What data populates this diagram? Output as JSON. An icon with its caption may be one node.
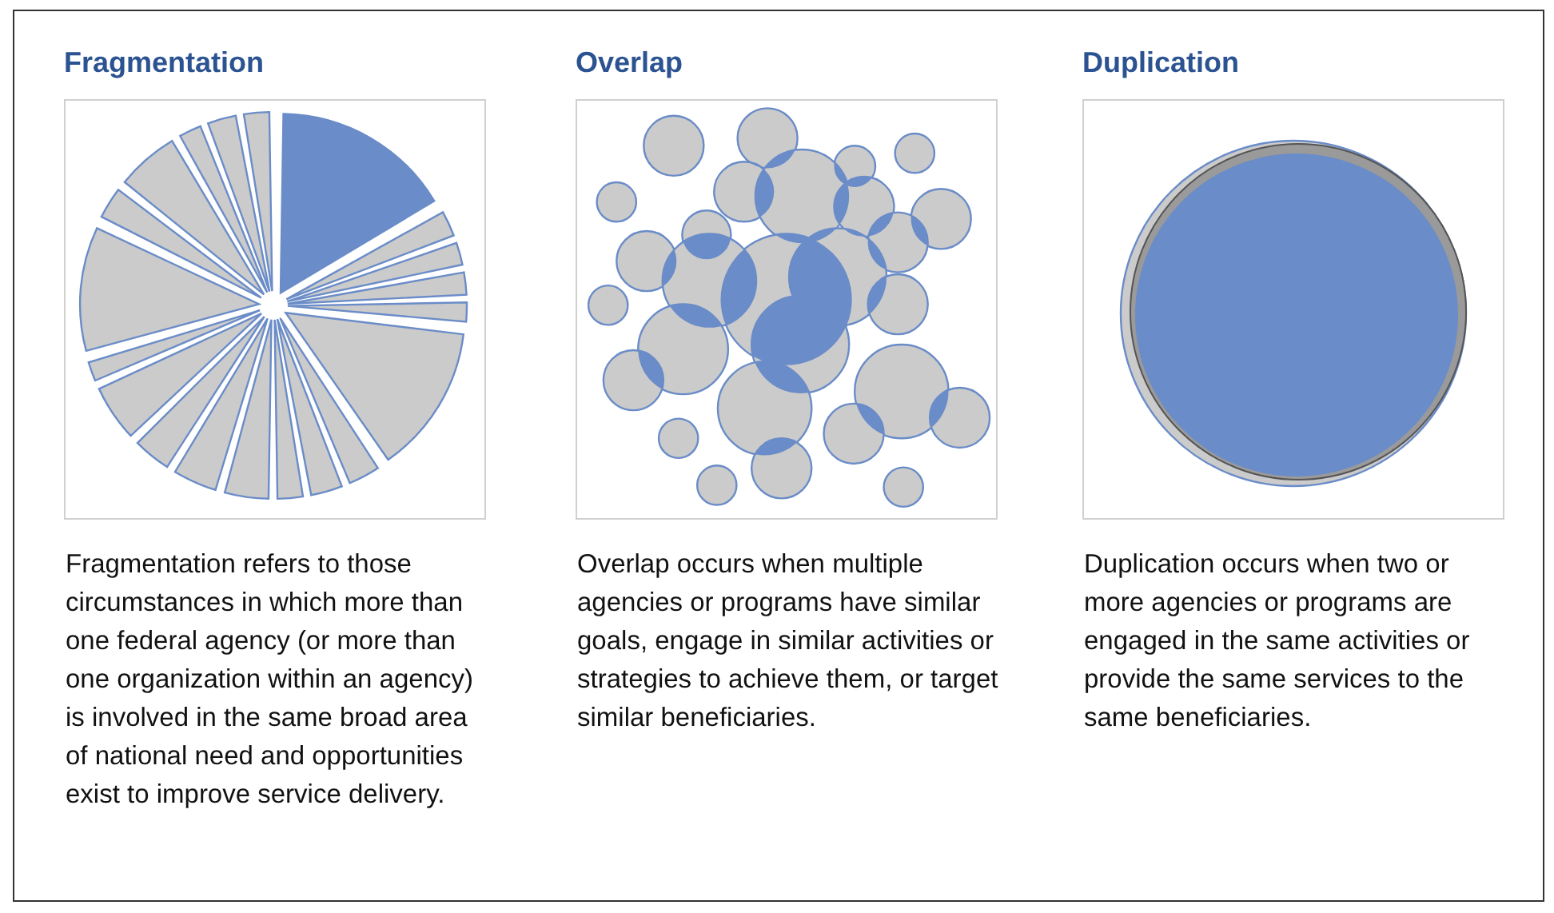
{
  "diagram": {
    "labels": [
      "Fragmentation",
      "Overlap",
      "Duplication",
      "Fragmentation refers to those circumstances in which more than one federal agency (or more than one organization within an agency) is involved in the same broad area of national need and opportunities exist to improve service delivery.",
      "Overlap occurs when multiple agencies or programs have similar goals, engage in similar activities or strategies to achieve them, or target similar beneficiaries.",
      "Duplication occurs when two or more agencies or programs are engaged in the same activities or provide the same services to the same beneficiaries."
    ]
  }
}
